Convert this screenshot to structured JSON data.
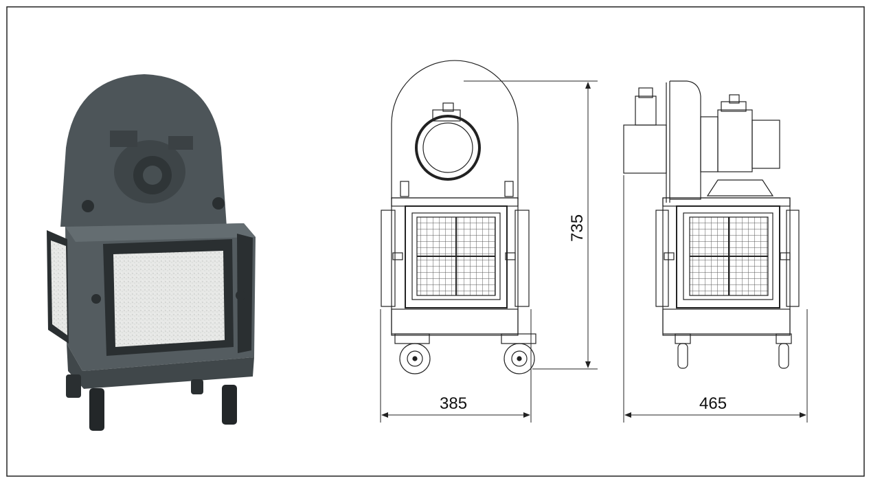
{
  "drawing": {
    "dimension_width_front": "385",
    "dimension_height": "735",
    "dimension_depth_side": "465"
  },
  "colors": {
    "product_body": "#4d5559",
    "product_dark": "#2a2f31",
    "filter_face": "#e9eae8",
    "line": "#222222"
  },
  "icons": {
    "product_photo": "industrial-fan-unit-photo",
    "front_view": "front-view-drawing",
    "side_view": "side-view-drawing"
  }
}
